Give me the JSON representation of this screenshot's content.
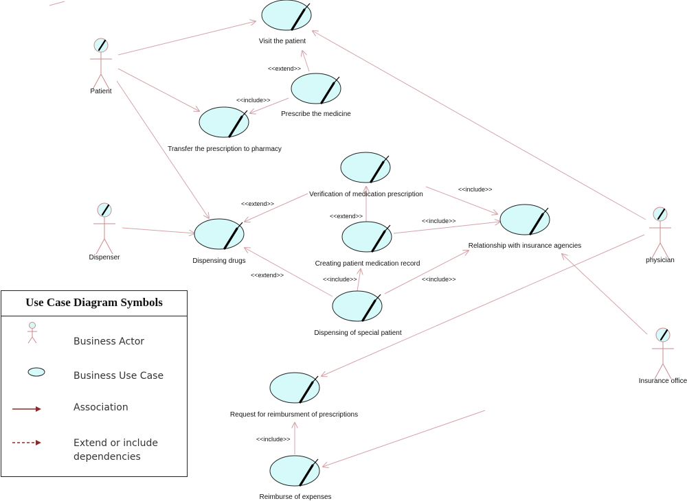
{
  "colors": {
    "use_case_fill": "#d6fafa",
    "use_case_stroke": "#222222",
    "actor_fill": "#d6fafa",
    "actor_stroke": "#c98a8a",
    "line": "#d4a3a8",
    "legend_arrow": "#8b2a2a"
  },
  "actors": {
    "patient": "Patient",
    "dispenser": "Dispenser",
    "physician": "physician",
    "insurance_office": "Insurance office"
  },
  "use_cases": {
    "visit_patient": "Visit the patient",
    "prescribe_medicine": "Prescribe the medicine",
    "transfer_prescription": "Transfer the prescription to pharmacy",
    "verification": "Verification of medication prescription",
    "dispensing_drugs": "Dispensing drugs",
    "creating_record": "Creating patient medication record",
    "relationship_insurance": "Relationship with insurance agencies",
    "dispensing_special": "Dispensing of special  patient",
    "request_reimbursement": "Request for reimbursment of prescriptions",
    "reimburse_expenses": "Reimburse of expenses"
  },
  "stereotypes": {
    "extend": "<<extend>>",
    "include": "<<include>>"
  },
  "legend": {
    "title": "Use Case Diagram Symbols",
    "actor": "Business Actor",
    "use_case": "Business Use Case",
    "association": "Association",
    "dependency": "Extend or include\ndependencies"
  }
}
